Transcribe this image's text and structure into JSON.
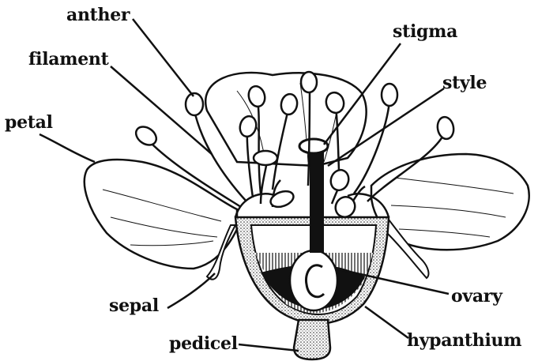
{
  "labels": {
    "anther": "anther",
    "filament": "filament",
    "petal": "petal",
    "stigma": "stigma",
    "style": "style",
    "sepal": "sepal",
    "pedicel": "pedicel",
    "ovary": "ovary",
    "hypanthium": "hypanthium"
  },
  "colors": {
    "ink": "#111111",
    "paper": "#ffffff"
  }
}
